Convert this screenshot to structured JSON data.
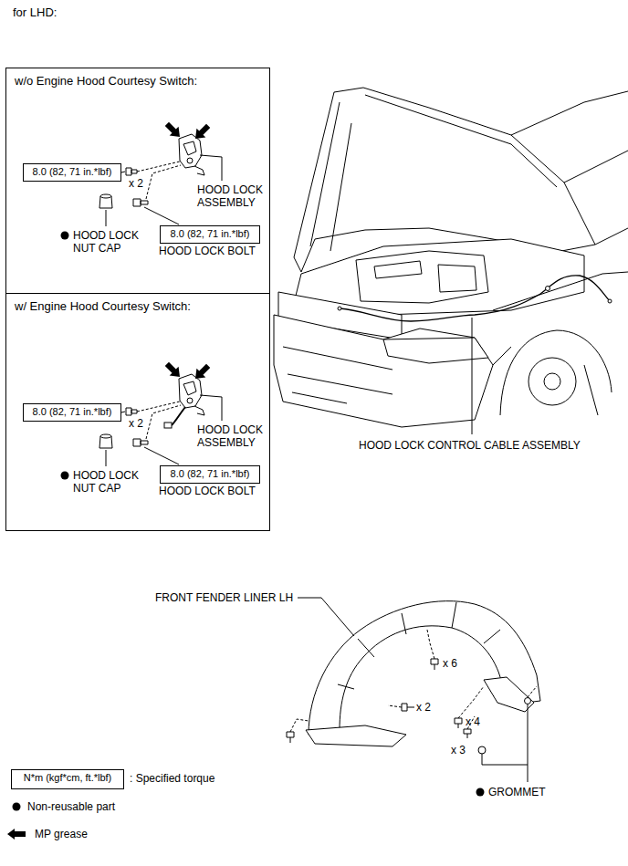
{
  "diagram": {
    "nodes": [
      {
        "text": [
          "w/o Engine Hood Courtesy Switch:"
        ]
      },
      {
        "text": [
          "8.0 (82, 71 in.*lbf)"
        ],
        "in": 0
      },
      {
        "text": [
          "8.0 (82, 71 in.*lbf)"
        ],
        "in": 0
      },
      {
        "text": [
          "w/ Engine Hood Courtesy Switch:"
        ]
      },
      {
        "text": [
          "8.0 (82, 71 in.*lbf)"
        ],
        "in": 3
      },
      {
        "text": [
          "8.0 (82, 71 in.*lbf)"
        ],
        "in": 3
      },
      {
        "text": [
          "N*m (kgf*cm, ft.*lbf)"
        ]
      }
    ],
    "labels": [
      "for LHD:",
      "x 2",
      "HOOD LOCK ASSEMBLY",
      "HOOD LOCK NUT CAP",
      "HOOD LOCK BOLT",
      "x 2",
      "HOOD LOCK ASSEMBLY",
      "HOOD LOCK NUT CAP",
      "HOOD LOCK BOLT",
      "HOOD LOCK CONTROL CABLE ASSEMBLY",
      "FRONT FENDER LINER LH",
      "x 6",
      "x 2",
      "x 4",
      "x 3",
      "GROMMET"
    ],
    "legend": [
      {
        "text": ": Specified torque"
      },
      {
        "text": "Non-reusable part"
      },
      {
        "text": "MP grease"
      }
    ]
  }
}
